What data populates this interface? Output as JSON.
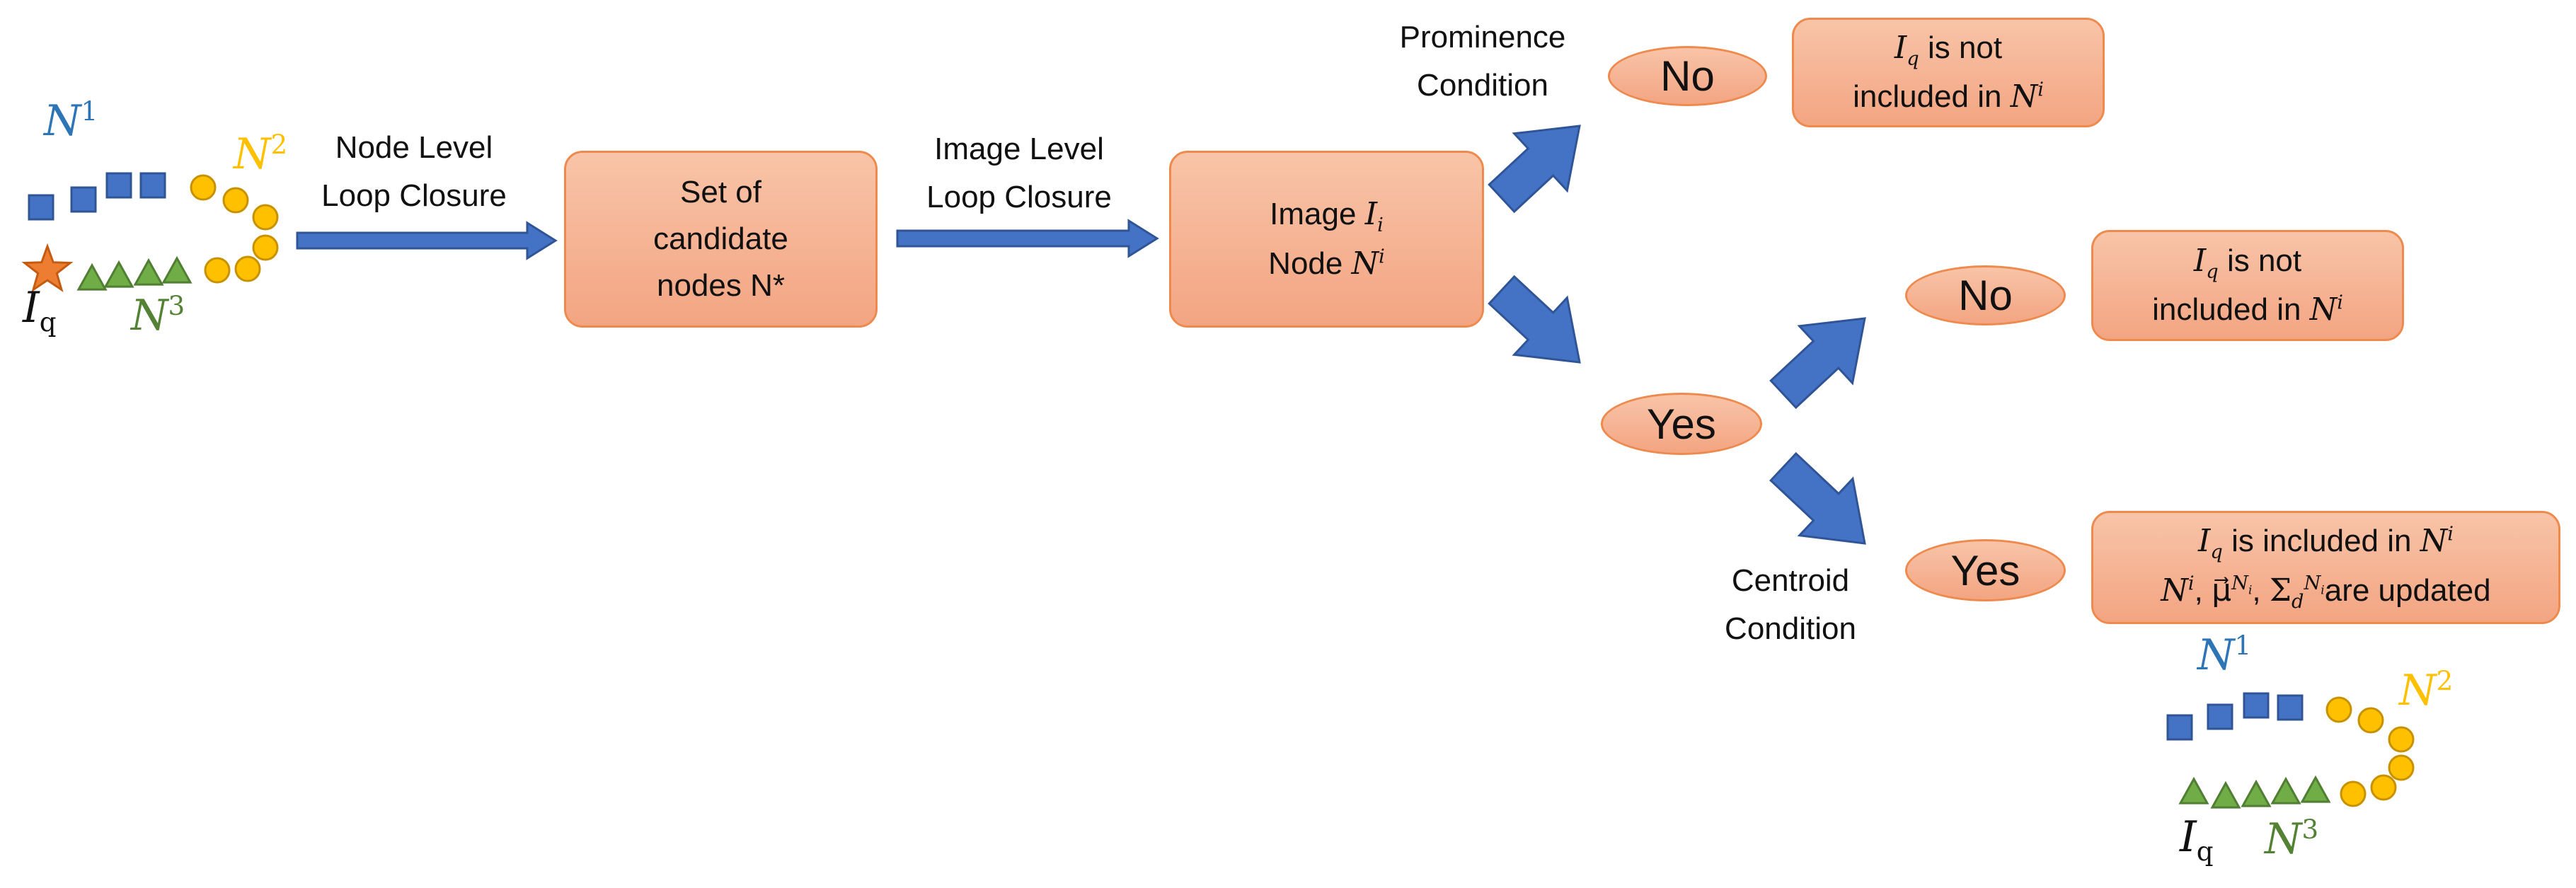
{
  "colors": {
    "box_fill_top": "#f8c4a8",
    "box_fill_bottom": "#f3a582",
    "box_border": "#ee8a4e",
    "arrow_blue": "#4472c4",
    "cluster_n1_blue": "#2e75b6",
    "cluster_n2_gold": "#ffc000",
    "cluster_n3_green": "#548235",
    "query_star": "#c55a11"
  },
  "clusters_left": {
    "n1": {
      "base": "N",
      "sup": "1"
    },
    "n2": {
      "base": "N",
      "sup": "2"
    },
    "n3": {
      "base": "N",
      "sup": "3"
    },
    "iq": {
      "base": "I",
      "sub": "q"
    }
  },
  "clusters_right": {
    "n1": {
      "base": "N",
      "sup": "1"
    },
    "n2": {
      "base": "N",
      "sup": "2"
    },
    "n3": {
      "base": "N",
      "sup": "3"
    },
    "iq": {
      "base": "I",
      "sub": "q"
    }
  },
  "edge_labels": {
    "node_level": {
      "line1": "Node Level",
      "line2": "Loop Closure"
    },
    "image_level": {
      "line1": "Image Level",
      "line2": "Loop Closure"
    },
    "prominence": {
      "line1": "Prominence",
      "line2": "Condition"
    },
    "centroid": {
      "line1": "Centroid",
      "line2": "Condition"
    }
  },
  "boxes": {
    "candidate_set": {
      "line1": "Set of",
      "line2": "candidate",
      "line3": "nodes N*"
    },
    "image_node": {
      "line1_text": "Image ",
      "line1_math": "I",
      "line1_sub": "i",
      "line2_text": "Node ",
      "line2_math": "N",
      "line2_sup": "i"
    },
    "result_top": {
      "line1_math": "I",
      "line1_sub": "q",
      "line1_text": " is not",
      "line2_text": "included in ",
      "line2_math": "N",
      "line2_sup": "i"
    },
    "result_mid": {
      "line1_math": "I",
      "line1_sub": "q",
      "line1_text": " is not",
      "line2_text": "included in ",
      "line2_math": "N",
      "line2_sup": "i"
    },
    "result_bottom": {
      "line1_math": "I",
      "line1_sub": "q",
      "line1_text": " is included in ",
      "line1_math2": "N",
      "line1_sup2": "i",
      "line2_n": "N",
      "line2_n_sup": "i",
      "line2_mu": "μ⃗",
      "line2_mu_sup": "N",
      "line2_mu_sub": "i",
      "line2_sigma": "Σ",
      "line2_sigma_sub": "d",
      "line2_sigma_sup": "N",
      "line2_sigma_sup_sub": "i",
      "line2_text": "are updated",
      "separator": ","
    }
  },
  "decisions": {
    "no_top": "No",
    "yes_mid": "Yes",
    "no_mid": "No",
    "yes_bottom": "Yes"
  }
}
